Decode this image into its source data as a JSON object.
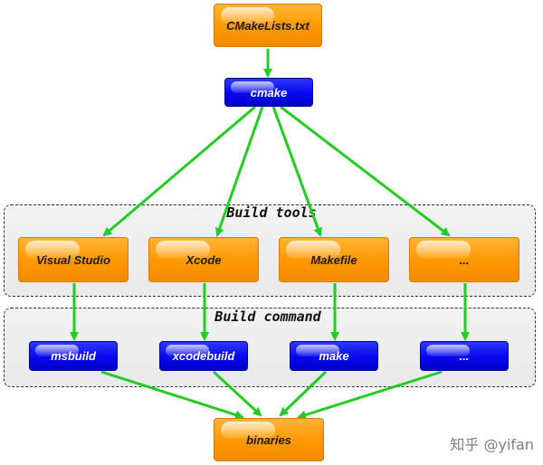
{
  "top": {
    "source": "CMakeLists.txt",
    "generator": "cmake"
  },
  "groups": {
    "build_tools_title": "Build tools",
    "build_command_title": "Build command"
  },
  "build_tools": [
    "Visual Studio",
    "Xcode",
    "Makefile",
    "..."
  ],
  "build_commands": [
    "msbuild",
    "xcodebuild",
    "make",
    "..."
  ],
  "output": "binaries",
  "watermark": "知乎 @yifan",
  "colors": {
    "orange": "#ff9800",
    "blue": "#0707ee",
    "arrow": "#22cc22"
  }
}
